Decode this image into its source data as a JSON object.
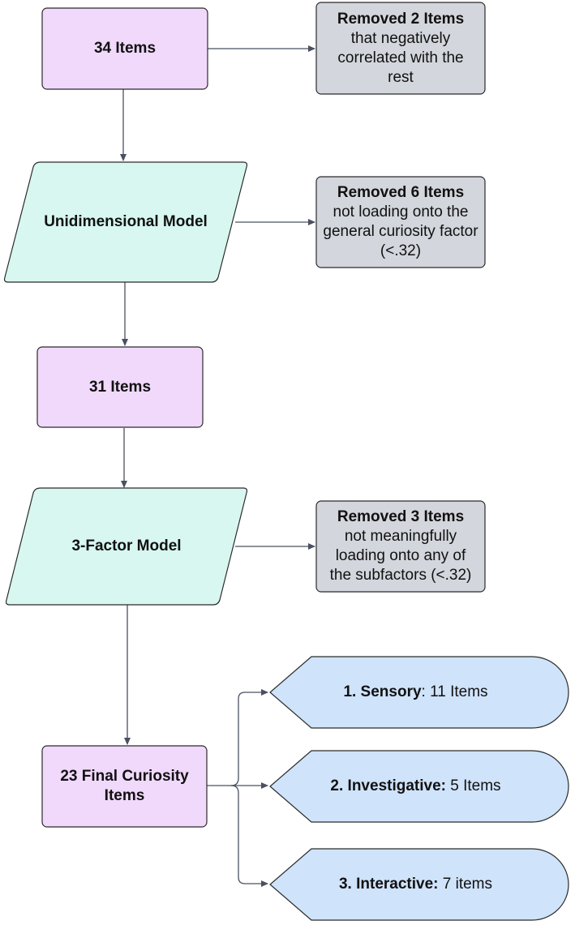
{
  "colors": {
    "items_box": "#f1d9fb",
    "model_box": "#d7f7f0",
    "removed_box": "#d3d6dc",
    "factor_shape": "#cfe3fa",
    "stroke": "#2b2b2b",
    "connector": "#4a5060"
  },
  "nodes": {
    "items_34": "34 Items",
    "removed_1": {
      "bold": "Removed 2 Items",
      "line_2": "that negatively",
      "line_3": "correlated with the",
      "line_4": "rest"
    },
    "unidimensional": "Unidimensional Model",
    "removed_2": {
      "bold": "Removed  6 Items",
      "line_2": "not loading onto the",
      "line_3": "general curiosity factor",
      "line_4": "(<.32)"
    },
    "items_31": "31 Items",
    "three_factor": "3-Factor Model",
    "removed_3": {
      "bold": "Removed  3 Items",
      "line_2": "not meaningfully",
      "line_3": "loading onto any of",
      "line_4": "the subfactors (<.32)"
    },
    "final_items": {
      "line_1": "23 Final Curiosity",
      "line_2": "Items"
    },
    "factors": [
      {
        "label": "1. Sensory",
        "sep": ":",
        "count": " 11 Items"
      },
      {
        "label": "2. Investigative:",
        "sep": "",
        "count": " 5 Items"
      },
      {
        "label": "3. Interactive:",
        "sep": "",
        "count": " 7 items"
      }
    ]
  }
}
